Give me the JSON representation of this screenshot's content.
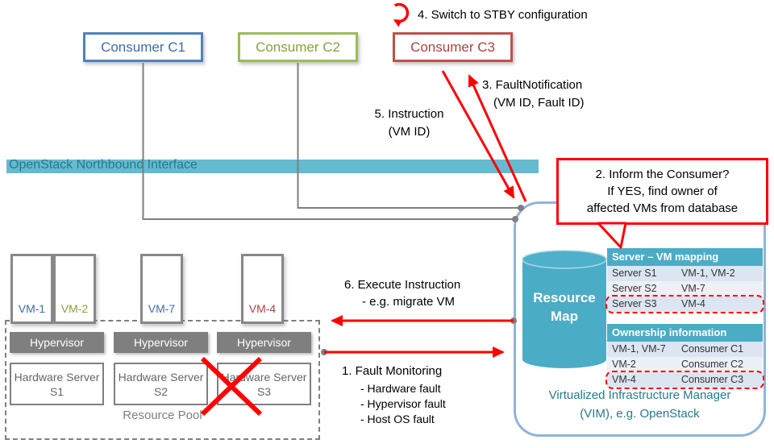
{
  "colors": {
    "accent_blue": "#4F81BD",
    "accent_green": "#9BBB59",
    "accent_red": "#C0504D",
    "teal": "#4BACC6",
    "teal_text": "#27798E",
    "arrow_red": "#FF0000",
    "gray": "#7F7F7F"
  },
  "consumers": [
    {
      "label": "Consumer C1",
      "color": "#4F81BD"
    },
    {
      "label": "Consumer C2",
      "color": "#9BBB59"
    },
    {
      "label": "Consumer C3",
      "color": "#C0504D"
    }
  ],
  "northbound": {
    "label": "OpenStack Northbound Interface"
  },
  "annotations": {
    "step4": "4. Switch to STBY configuration",
    "step3_line1": "3. FaultNotification",
    "step3_line2": "(VM ID, Fault ID)",
    "step5_line1": "5. Instruction",
    "step5_line2": "(VM ID)",
    "step2_line1": "2. Inform the Consumer?",
    "step2_line2": "If YES, find owner of",
    "step2_line3": "affected  VMs from database",
    "step6_line1": "6. Execute  Instruction",
    "step6_line2": "- e.g. migrate VM",
    "step1_line1": "1. Fault Monitoring",
    "step1_items": [
      "- Hardware fault",
      "- Hypervisor fault",
      "- Host OS fault"
    ]
  },
  "resource_map": {
    "line1": "Resource",
    "line2": "Map"
  },
  "tables": {
    "server_vm": {
      "header": "Server – VM mapping",
      "rows": [
        {
          "col1": "Server S1",
          "col2": "VM-1, VM-2",
          "highlight": false
        },
        {
          "col1": "Server S2",
          "col2": "VM-7",
          "highlight": false
        },
        {
          "col1": "Server S3",
          "col2": "VM-4",
          "highlight": true
        }
      ]
    },
    "ownership": {
      "header": "Ownership information",
      "rows": [
        {
          "col1": "VM-1, VM-7",
          "col2": "Consumer C1",
          "highlight": false
        },
        {
          "col1": "VM-2",
          "col2": "Consumer C2",
          "highlight": false
        },
        {
          "col1": "VM-4",
          "col2": "Consumer C3",
          "highlight": true
        }
      ]
    }
  },
  "vim": {
    "label_line1": "Virtualized Infrastructure  Manager",
    "label_line2": "(VIM), e.g. OpenStack"
  },
  "vms": [
    {
      "label": "VM-1",
      "color": "#4F81BD"
    },
    {
      "label": "VM-2",
      "color": "#9BBB59"
    },
    {
      "label": "VM-7",
      "color": "#4F81BD"
    },
    {
      "label": "VM-4",
      "color": "#C0504D"
    }
  ],
  "servers": [
    {
      "hypervisor": "Hypervisor",
      "hardware": "Hardware Server S1",
      "faulted": false
    },
    {
      "hypervisor": "Hypervisor",
      "hardware": "Hardware Server S2",
      "faulted": false
    },
    {
      "hypervisor": "Hypervisor",
      "hardware": "Hardware Server S3",
      "faulted": true
    }
  ],
  "resource_pool_label": "Resource Pool"
}
